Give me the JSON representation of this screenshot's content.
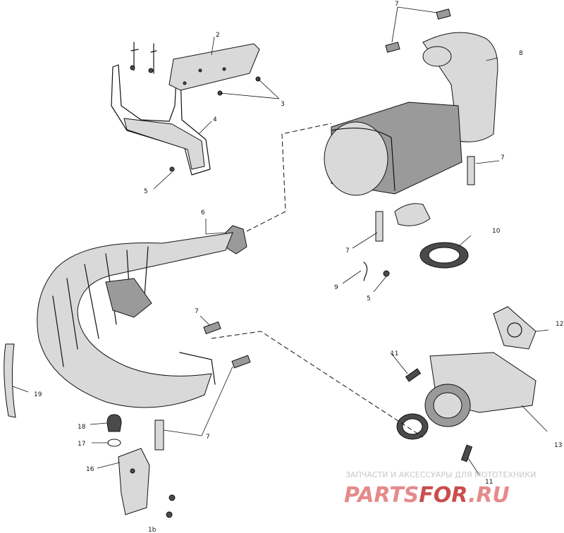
{
  "diagram": {
    "part_labels": {
      "l2": "2",
      "l3": "3",
      "l4": "4",
      "l5a": "5",
      "l5b": "5",
      "l6": "6",
      "l7a": "7",
      "l7b": "7",
      "l7c": "7",
      "l7d": "7",
      "l7e": "7",
      "l8": "8",
      "l9": "9",
      "l10": "10",
      "l11a": "11",
      "l11b": "11",
      "l12": "12",
      "l13": "13",
      "l16": "16",
      "l17": "17",
      "l18": "18",
      "l19": "19",
      "l1b": "1b"
    }
  },
  "watermark": {
    "tagline": "ЗАПЧАСТИ И АКСЕССУАРЫ ДЛЯ МОТОТЕХНИКИ",
    "brand_a": "PARTS",
    "brand_b": "FOR",
    "brand_c": ".RU"
  }
}
